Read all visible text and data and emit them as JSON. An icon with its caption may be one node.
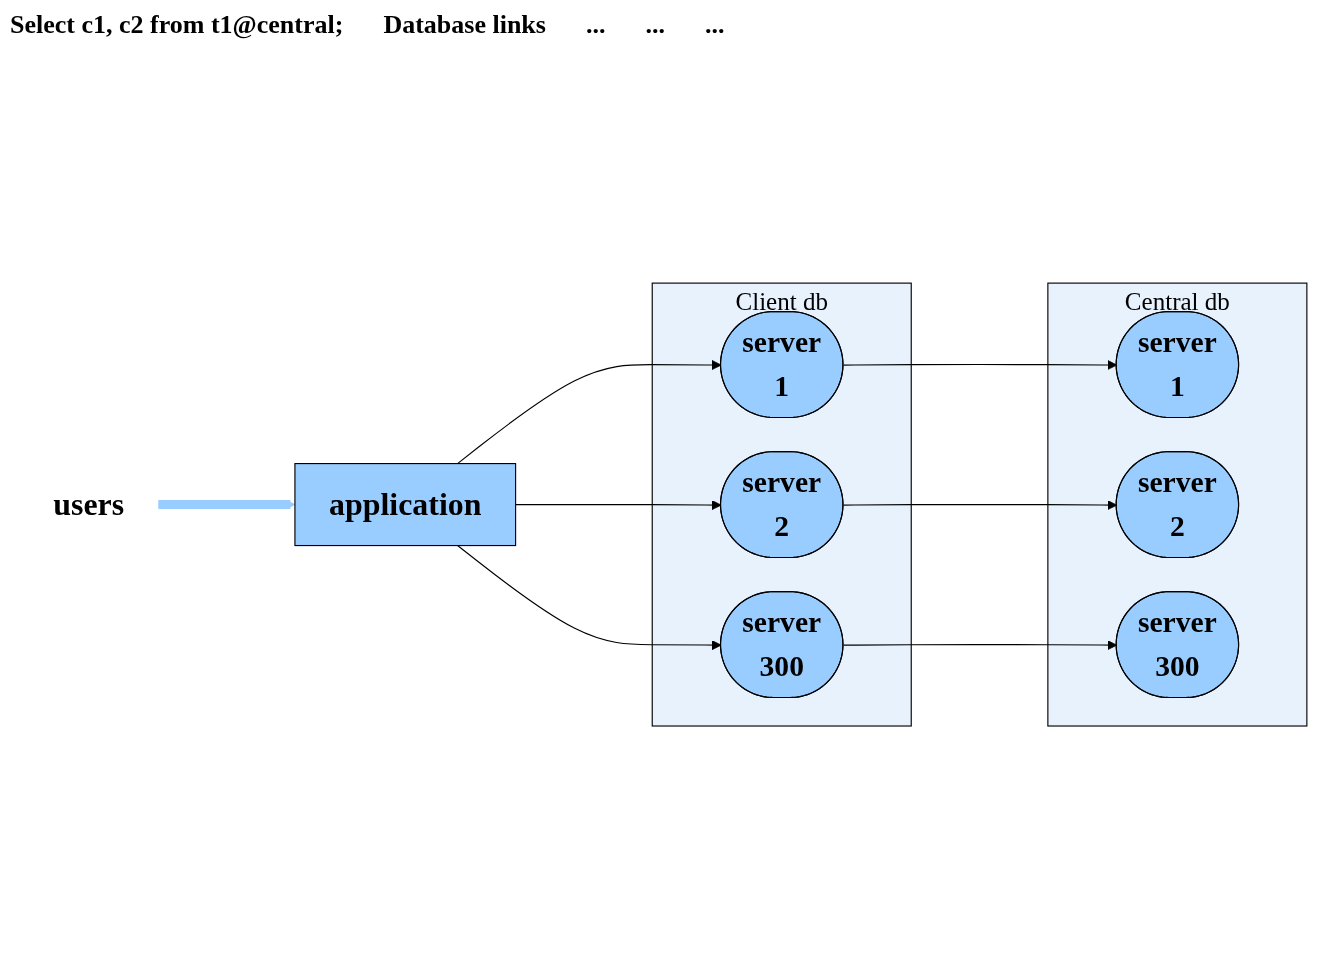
{
  "diagram": {
    "nodes": [
      {
        "text": [
          "users"
        ]
      },
      {
        "text": [
          "application"
        ]
      },
      {
        "text": [
          "Client db"
        ]
      },
      {
        "text": [
          "server",
          "1"
        ],
        "in": 2
      },
      {
        "text": [
          "server",
          "2"
        ],
        "in": 2
      },
      {
        "text": [
          "server",
          "300"
        ],
        "in": 2
      },
      {
        "text": [
          "Central db"
        ]
      },
      {
        "text": [
          "server",
          "1"
        ],
        "in": 6
      },
      {
        "text": [
          "server",
          "2"
        ],
        "in": 6
      },
      {
        "text": [
          "server",
          "300"
        ],
        "in": 6
      }
    ],
    "edges": [
      {
        "from": 0,
        "to": 1,
        "arrow": "to",
        "style": "thick",
        "color": "#99ccff"
      },
      {
        "from": 1,
        "to": 3,
        "arrow": "to"
      },
      {
        "from": 1,
        "to": 4,
        "arrow": "to"
      },
      {
        "from": 1,
        "to": 5,
        "arrow": "to"
      },
      {
        "from": 3,
        "to": 7,
        "arrow": "to"
      },
      {
        "from": 4,
        "to": 8,
        "arrow": "to"
      },
      {
        "from": 5,
        "to": 9,
        "arrow": "to"
      }
    ],
    "labels": [
      "Select c1, c2 from t1@central;",
      "Database links",
      "...",
      "...",
      "..."
    ]
  }
}
